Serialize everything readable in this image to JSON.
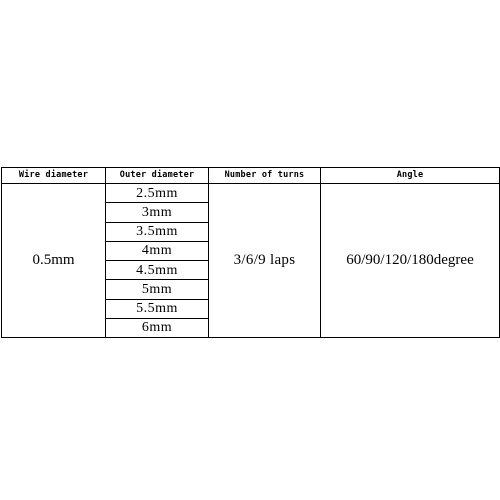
{
  "table": {
    "headers": [
      "Wire diameter",
      "Outer diameter",
      "Number of turns",
      "Angle"
    ],
    "wire_diameter": "0.5mm",
    "outer_diameters": [
      "2.5mm",
      "3mm",
      "3.5mm",
      "4mm",
      "4.5mm",
      "5mm",
      "5.5mm",
      "6mm"
    ],
    "number_of_turns": "3/6/9 laps",
    "angle": "60/90/120/180degree"
  }
}
